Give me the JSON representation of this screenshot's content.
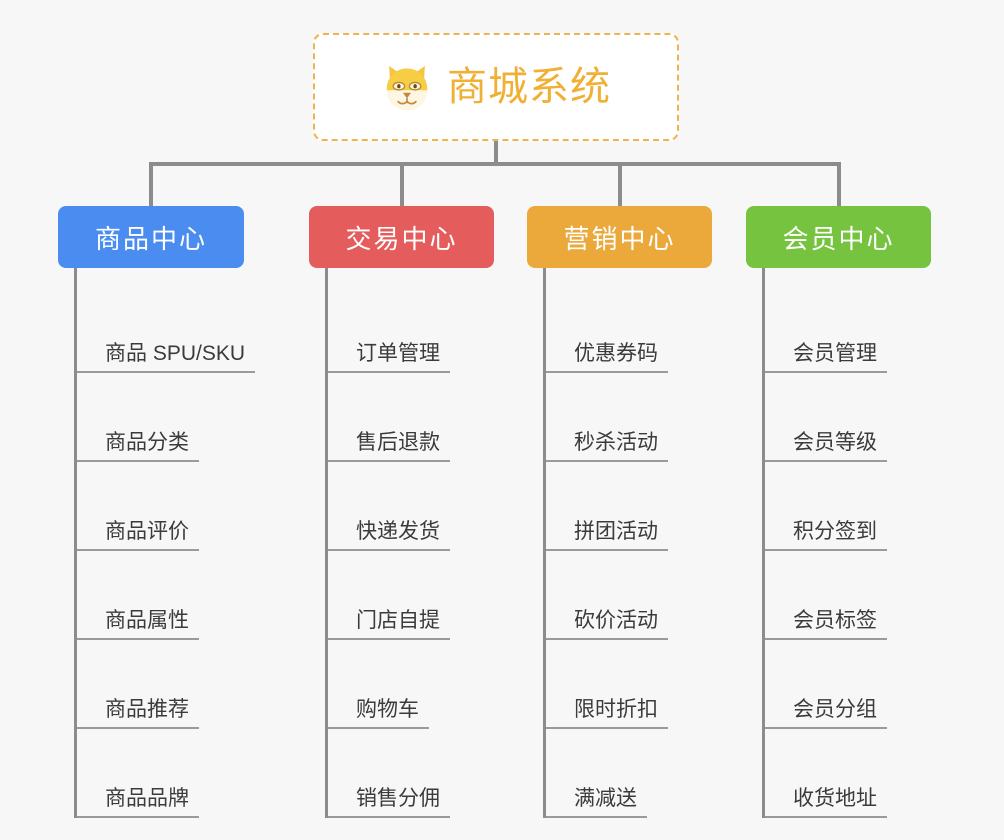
{
  "canvas": {
    "background_color": "#f7f7f7",
    "line_color": "#8c8c8c"
  },
  "root": {
    "title": "商城系统",
    "icon": "dog-face-icon",
    "text_color": "#efb034",
    "border_color": "#eeb44f",
    "background_color": "#ffffff"
  },
  "branches": [
    {
      "label": "商品中心",
      "color": "#4a8cf0",
      "items": [
        "商品 SPU/SKU",
        "商品分类",
        "商品评价",
        "商品属性",
        "商品推荐",
        "商品品牌"
      ]
    },
    {
      "label": "交易中心",
      "color": "#e45c5c",
      "items": [
        "订单管理",
        "售后退款",
        "快递发货",
        "门店自提",
        "购物车",
        "销售分佣"
      ]
    },
    {
      "label": "营销中心",
      "color": "#eaa93a",
      "items": [
        "优惠券码",
        "秒杀活动",
        "拼团活动",
        "砍价活动",
        "限时折扣",
        "满减送"
      ]
    },
    {
      "label": "会员中心",
      "color": "#76c340",
      "items": [
        "会员管理",
        "会员等级",
        "积分签到",
        "会员标签",
        "会员分组",
        "收货地址"
      ]
    }
  ]
}
